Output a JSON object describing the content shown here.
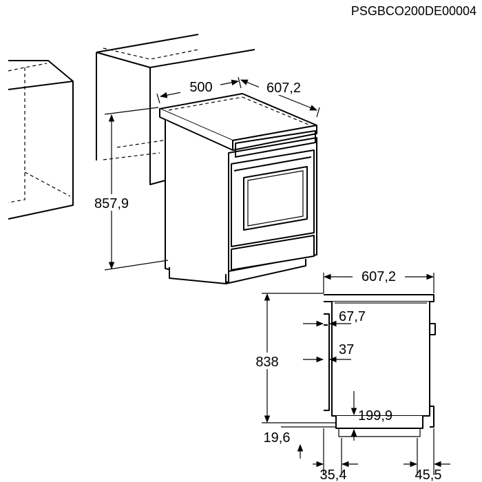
{
  "drawing_code": "PSGBCO200DE00004",
  "dimensions": {
    "cabinet_width": "500",
    "cabinet_depth": "607,2",
    "cabinet_height": "857,9",
    "side_depth": "607,2",
    "side_height": "838",
    "handle_offset": "67,7",
    "door_offset": "37",
    "plinth_height": "199,9",
    "foot_height": "19,6",
    "front_gap": "35,4",
    "rear_gap": "45,5"
  }
}
